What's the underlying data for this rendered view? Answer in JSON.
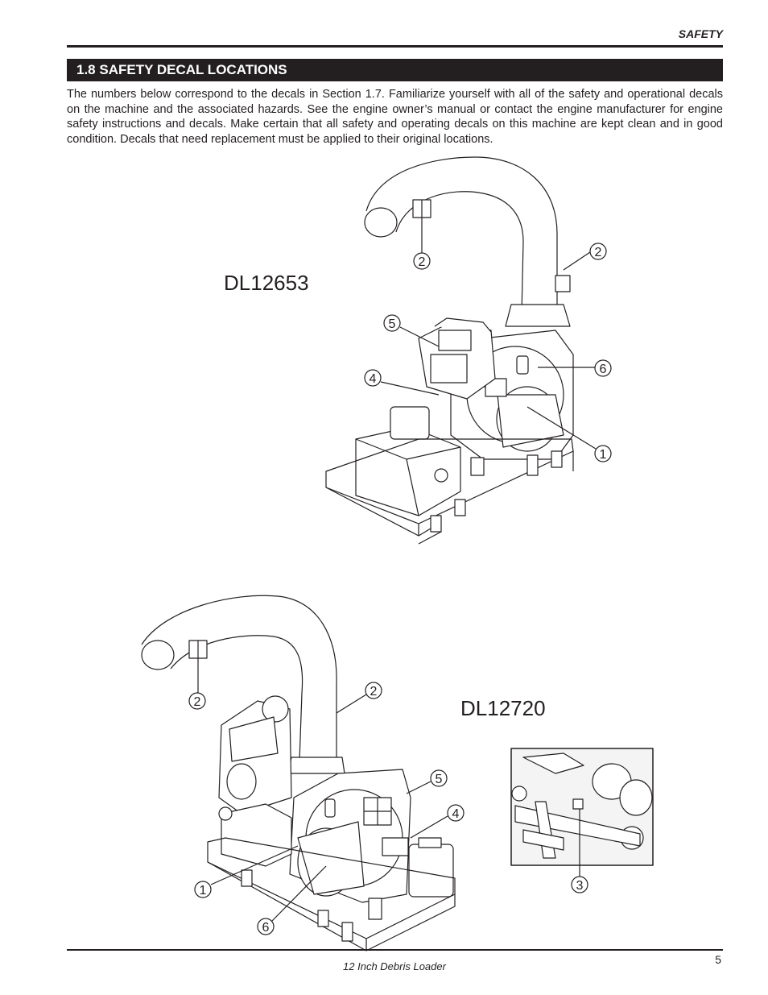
{
  "header": {
    "running_title": "SAFETY",
    "section_title": "1.8  SAFETY DECAL LOCATIONS"
  },
  "intro": {
    "text": "The numbers below correspond to the decals in Section 1.7.  Familiarize yourself with all of the safety and operational decals on the machine and the associated hazards.  See the engine owner’s manual or contact the engine manufacturer for engine safety instructions and decals.  Make certain that all safety and operating decals on this machine are kept clean and in good condition. Decals that need replacement must be applied to their original locations."
  },
  "figures": [
    {
      "model": "DL12653",
      "callouts": [
        "2",
        "2",
        "5",
        "6",
        "4",
        "1"
      ]
    },
    {
      "model": "DL12720",
      "callouts": [
        "2",
        "2",
        "5",
        "4",
        "1",
        "6"
      ],
      "inset_callouts": [
        "3"
      ]
    }
  ],
  "footer": {
    "doc_title": "12 Inch Debris Loader",
    "page_number": "5"
  }
}
